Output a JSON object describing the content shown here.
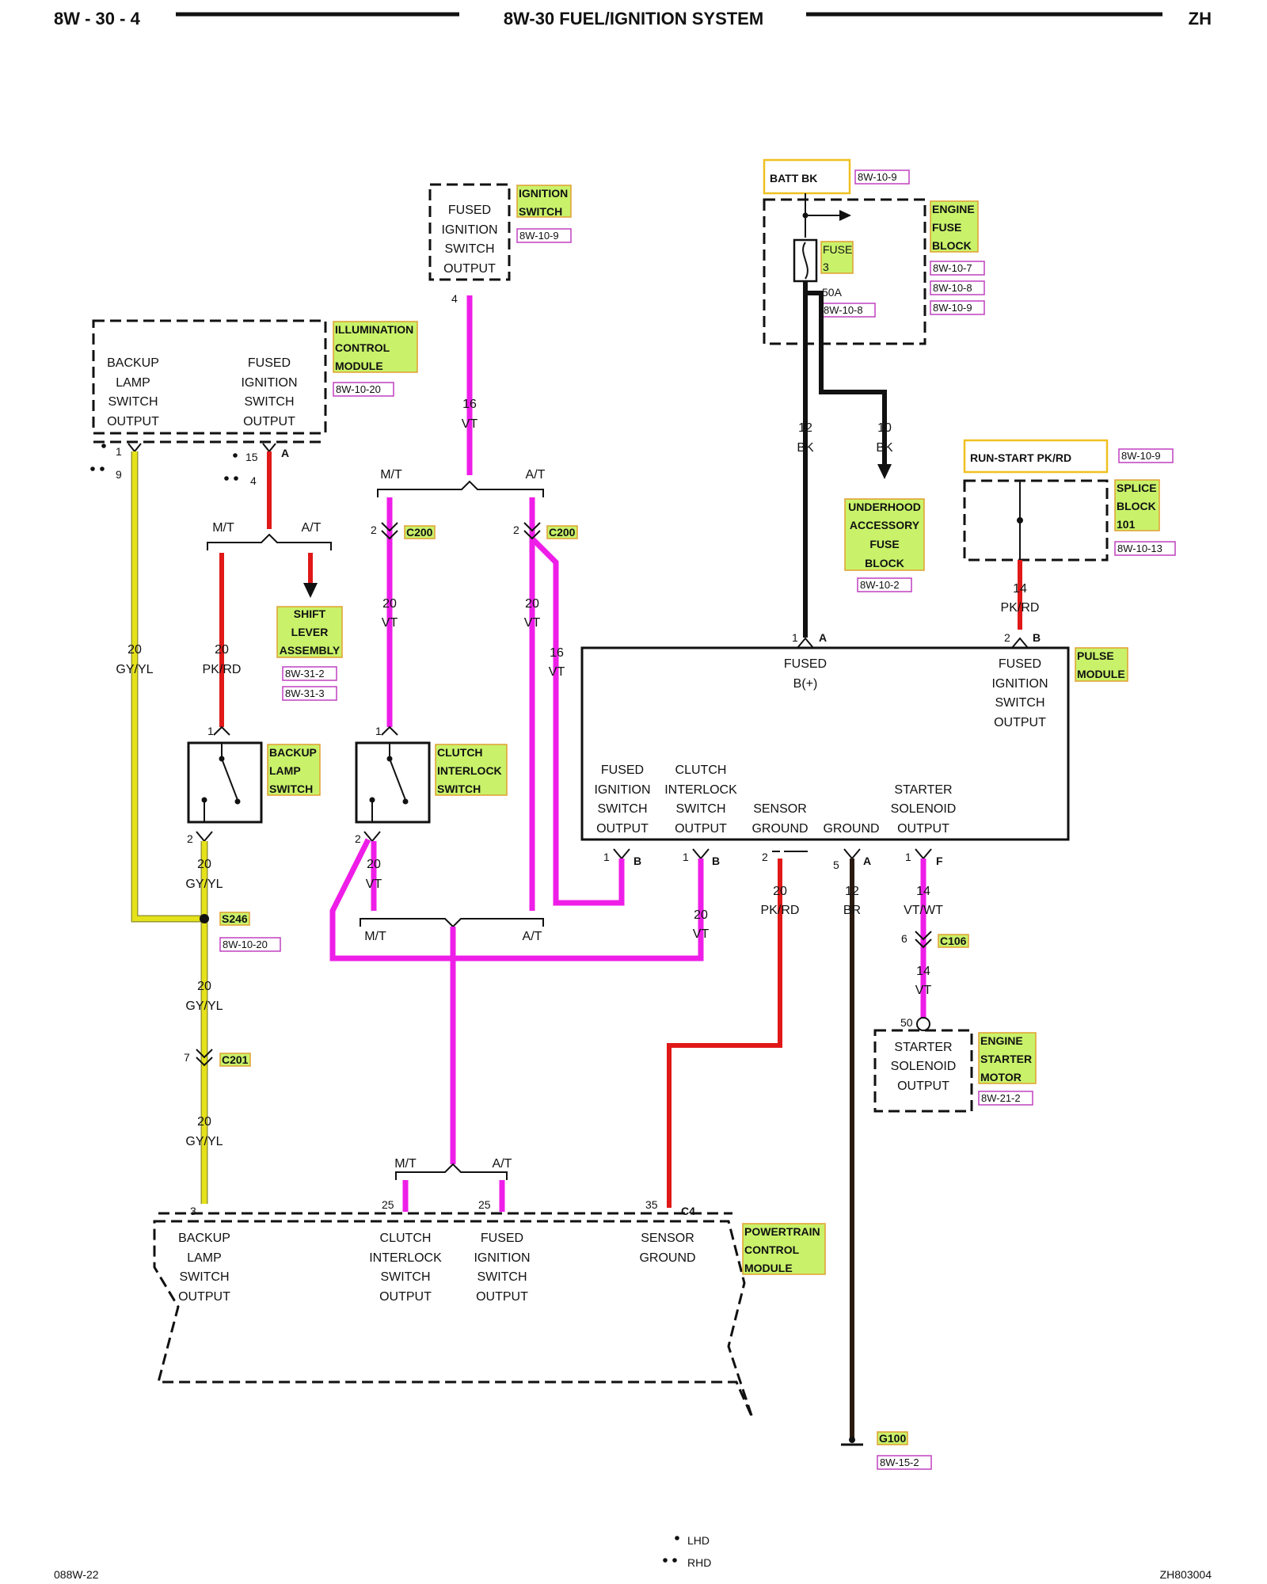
{
  "header": {
    "page": "8W - 30 - 4",
    "title": "8W-30 FUEL/IGNITION SYSTEM",
    "model": "ZH"
  },
  "footer": {
    "left": "088W-22",
    "right": "ZH803004",
    "legend_lhd": "LHD",
    "legend_rhd": "RHD"
  },
  "components": {
    "ignition_switch": {
      "name": [
        "IGNITION",
        "SWITCH"
      ],
      "ref": "8W-10-9",
      "lines": [
        "FUSED",
        "IGNITION",
        "SWITCH",
        "OUTPUT"
      ],
      "pin": "4"
    },
    "batt_bk": {
      "label": "BATT BK",
      "ref": "8W-10-9"
    },
    "engine_fuse_block": {
      "name": [
        "ENGINE",
        "FUSE",
        "BLOCK"
      ],
      "refs": [
        "8W-10-7",
        "8W-10-8",
        "8W-10-9"
      ],
      "fuse": [
        "FUSE",
        "3"
      ],
      "amps": "50A",
      "fuse_ref": "8W-10-8"
    },
    "illumination_control": {
      "name": [
        "ILLUMINATION",
        "CONTROL",
        "MODULE"
      ],
      "ref": "8W-10-20",
      "left_lines": [
        "BACKUP",
        "LAMP",
        "SWITCH",
        "OUTPUT"
      ],
      "right_lines": [
        "FUSED",
        "IGNITION",
        "SWITCH",
        "OUTPUT"
      ]
    },
    "run_start": {
      "label": "RUN-START PK/RD",
      "ref": "8W-10-9"
    },
    "splice_block": {
      "name": [
        "SPLICE",
        "BLOCK",
        "101"
      ],
      "ref": "8W-10-13"
    },
    "underhood_accessory": {
      "name": [
        "UNDERHOOD",
        "ACCESSORY",
        "FUSE",
        "BLOCK"
      ],
      "ref": "8W-10-2"
    },
    "shift_lever": {
      "name": [
        "SHIFT",
        "LEVER",
        "ASSEMBLY"
      ],
      "refs": [
        "8W-31-2",
        "8W-31-3"
      ]
    },
    "pulse_module": {
      "name": [
        "PULSE",
        "MODULE"
      ],
      "fused_b": [
        "FUSED",
        "B(+)"
      ],
      "fused_ign": [
        "FUSED",
        "IGNITION",
        "SWITCH",
        "OUTPUT"
      ],
      "bottom": [
        [
          "FUSED",
          "IGNITION",
          "SWITCH",
          "OUTPUT"
        ],
        [
          "CLUTCH",
          "INTERLOCK",
          "SWITCH",
          "OUTPUT"
        ],
        [
          "SENSOR",
          "GROUND"
        ],
        [
          "GROUND"
        ],
        [
          "STARTER",
          "SOLENOID",
          "OUTPUT"
        ]
      ]
    },
    "backup_lamp_switch": {
      "name": [
        "BACKUP",
        "LAMP",
        "SWITCH"
      ]
    },
    "clutch_interlock_switch": {
      "name": [
        "CLUTCH",
        "INTERLOCK",
        "SWITCH"
      ]
    },
    "engine_starter_motor": {
      "name": [
        "ENGINE",
        "STARTER",
        "MOTOR"
      ],
      "ref": "8W-21-2",
      "lines": [
        "STARTER",
        "SOLENOID",
        "OUTPUT"
      ],
      "pin": "50"
    },
    "powertrain_control": {
      "name": [
        "POWERTRAIN",
        "CONTROL",
        "MODULE"
      ],
      "connector": "C4",
      "cols": [
        [
          "BACKUP",
          "LAMP",
          "SWITCH",
          "OUTPUT"
        ],
        [
          "CLUTCH",
          "INTERLOCK",
          "SWITCH",
          "OUTPUT"
        ],
        [
          "FUSED",
          "IGNITION",
          "SWITCH",
          "OUTPUT"
        ],
        [
          "SENSOR",
          "GROUND"
        ]
      ],
      "pins": [
        "3",
        "25",
        "25",
        "35"
      ]
    },
    "s246": {
      "label": "S246",
      "ref": "8W-10-20"
    },
    "c200": "C200",
    "c201": "C201",
    "c106": "C106",
    "g100": {
      "label": "G100",
      "ref": "8W-15-2"
    }
  },
  "wires": {
    "ign_out": [
      "16",
      "VT"
    ],
    "batt_12": [
      "12",
      "BK"
    ],
    "batt_10": [
      "10",
      "BK"
    ],
    "gy_top": [
      "20",
      "GY/YL"
    ],
    "pk_ill": [
      "20",
      "PK/RD"
    ],
    "vt_mt": [
      "20",
      "VT"
    ],
    "vt_at": [
      "20",
      "VT"
    ],
    "vt_16": [
      "16",
      "VT"
    ],
    "run_start": [
      "14",
      "PK/RD"
    ],
    "bl_out": [
      "20",
      "GY/YL"
    ],
    "clutch_out": [
      "20",
      "VT"
    ],
    "pm_clutch": [
      "20",
      "VT"
    ],
    "pm_sensor": [
      "20",
      "PK/RD"
    ],
    "pm_ground": [
      "12",
      "BR"
    ],
    "pm_starter": [
      "14",
      "VT/WT"
    ],
    "c106_out": [
      "14",
      "VT"
    ],
    "s246_out": [
      "20",
      "GY/YL"
    ],
    "c201_out": [
      "20",
      "GY/YL"
    ]
  },
  "pins": {
    "ill_1": "1",
    "ill_9": "9",
    "ill_15": "15",
    "ill_4": "4",
    "ill_A": "A",
    "c200_l": "2",
    "c200_r": "2",
    "pm_1": "1",
    "pm_A": "A",
    "pm_2": "2",
    "pm_B": "B",
    "bl_1": "1",
    "bl_2": "2",
    "cl_1": "1",
    "cl_2": "2",
    "pmb_1": "1",
    "pmb_B1": "B",
    "pmb_1b": "1",
    "pmb_B2": "B",
    "pmb_2": "2",
    "pmb_5": "5",
    "pmb_A": "A",
    "pmb_1c": "1",
    "pmb_F": "F",
    "c106_6": "6",
    "c201_7": "7"
  },
  "branch": {
    "mt": "M/T",
    "at": "A/T"
  },
  "colors": {
    "vt": "#ee1ee8",
    "gy_yl": "#e6e21a",
    "pk_rd": "#e01818",
    "bk": "#111111",
    "highlight": "#c9f26a"
  }
}
